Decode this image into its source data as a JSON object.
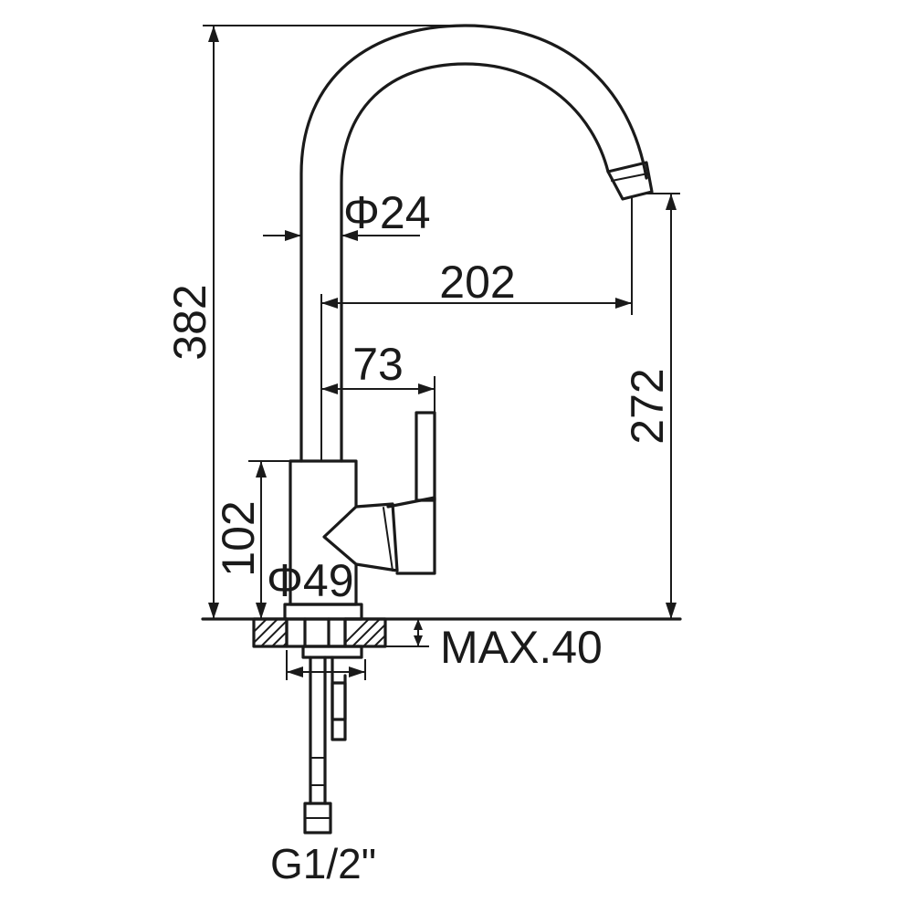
{
  "dimensions": {
    "total_height": "382",
    "spout_height": "272",
    "spout_reach": "202",
    "handle_offset": "73",
    "spout_diameter": "Φ24",
    "body_diameter": "Φ49",
    "body_height": "102",
    "max_deck_thickness": "MAX.40",
    "connection_thread": "G1/2\""
  }
}
